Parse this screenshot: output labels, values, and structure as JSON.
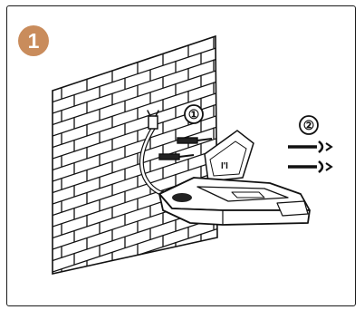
{
  "step": {
    "number": "1",
    "badge_color": "#C98C5C"
  },
  "callouts": [
    {
      "id": "callout-1",
      "label": "①"
    },
    {
      "id": "callout-2",
      "label": "②"
    }
  ],
  "icons": {
    "wall": "brick-wall",
    "hose": "flexible-hose",
    "bracket": "wall-mount-bracket",
    "fasteners_1": "screw-and-anchor",
    "fasteners_2": "screw-and-anchor",
    "fixture": "wall-mounted-tray"
  }
}
